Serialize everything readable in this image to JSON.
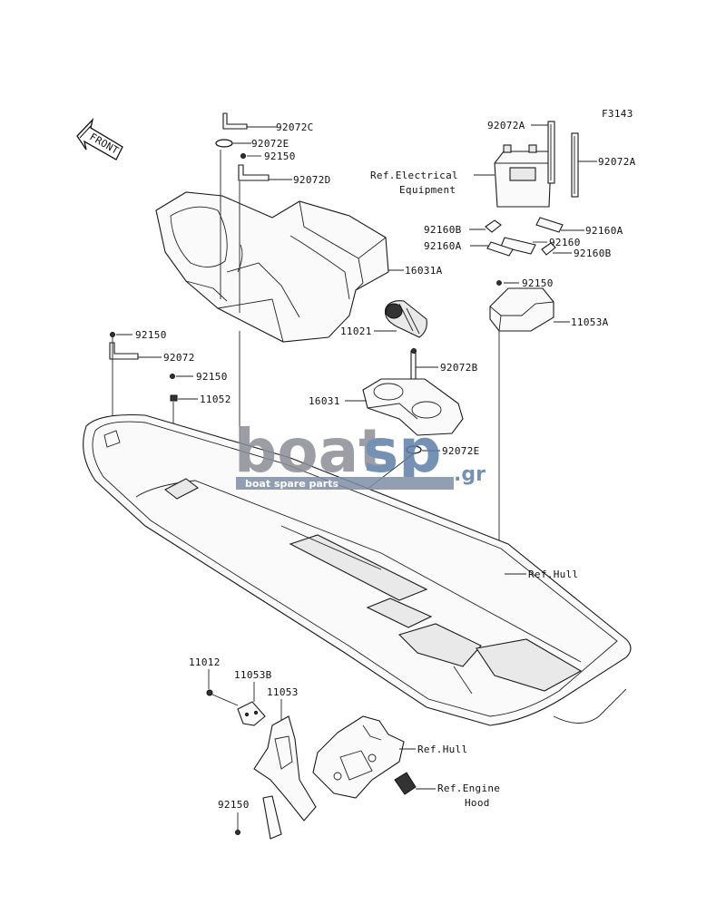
{
  "figure_id": "F3143",
  "front_label": "FRONT",
  "callouts": {
    "c92072C": "92072C",
    "c92072E_top": "92072E",
    "c92150_top": "92150",
    "c92072D": "92072D",
    "c16031A": "16031A",
    "c92072A_left": "92072A",
    "c92072A_right": "92072A",
    "ref_electrical_1": "Ref.Electrical",
    "ref_electrical_2": "Equipment",
    "c92160B_left": "92160B",
    "c92160A_right": "92160A",
    "c92160A_left": "92160A",
    "c92160": "92160",
    "c92160B_right": "92160B",
    "c92150_box": "92150",
    "c11053A": "11053A",
    "c11021": "11021",
    "c92072B": "92072B",
    "c16031": "16031",
    "c92072E_mid": "92072E",
    "c92150_left1": "92150",
    "c92072_left": "92072",
    "c92150_left2": "92150",
    "c11052": "11052",
    "ref_hull_main": "Ref.Hull",
    "c11012": "11012",
    "c11053B": "11053B",
    "c11053": "11053",
    "ref_hull_lower": "Ref.Hull",
    "ref_engine_1": "Ref.Engine",
    "ref_engine_2": "Hood",
    "c92150_bottom": "92150"
  },
  "watermark": {
    "word_a": "boat",
    "word_b": "sp",
    "suffix": ".gr",
    "tagline": "boat spare parts",
    "color_gray": "#8a8f96",
    "color_blue": "#5d7fa8"
  }
}
